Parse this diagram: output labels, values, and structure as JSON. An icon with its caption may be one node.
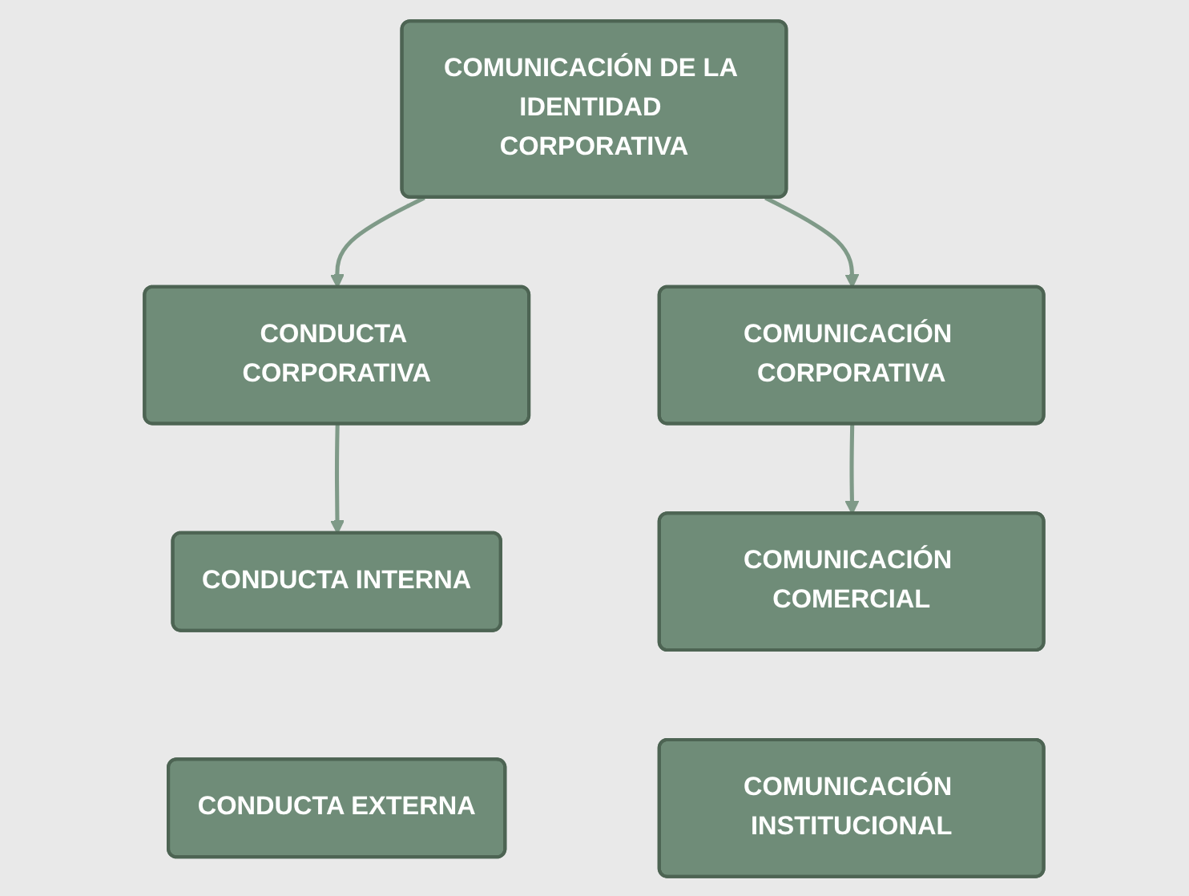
{
  "diagram": {
    "nodes": [
      {
        "text": [
          "COMUNICACIÓN DE LA IDENTIDAD CORPORATIVA"
        ]
      },
      {
        "text": [
          "CONDUCTA CORPORATIVA"
        ]
      },
      {
        "text": [
          "COMUNICACIÓN CORPORATIVA"
        ]
      },
      {
        "text": [
          "CONDUCTA INTERNA"
        ]
      },
      {
        "text": [
          "CONDUCTA EXTERNA"
        ]
      },
      {
        "text": [
          "COMUNICACIÓN COMERCIAL"
        ]
      },
      {
        "text": [
          "COMUNICACIÓN INSTITUCIONAL"
        ]
      }
    ],
    "edges": [
      {
        "from": 0,
        "to": 1,
        "arrow": "to"
      },
      {
        "from": 0,
        "to": 2,
        "arrow": "to"
      },
      {
        "from": 1,
        "to": 3,
        "arrow": "to"
      },
      {
        "from": 2,
        "to": 5,
        "arrow": "to"
      }
    ]
  }
}
